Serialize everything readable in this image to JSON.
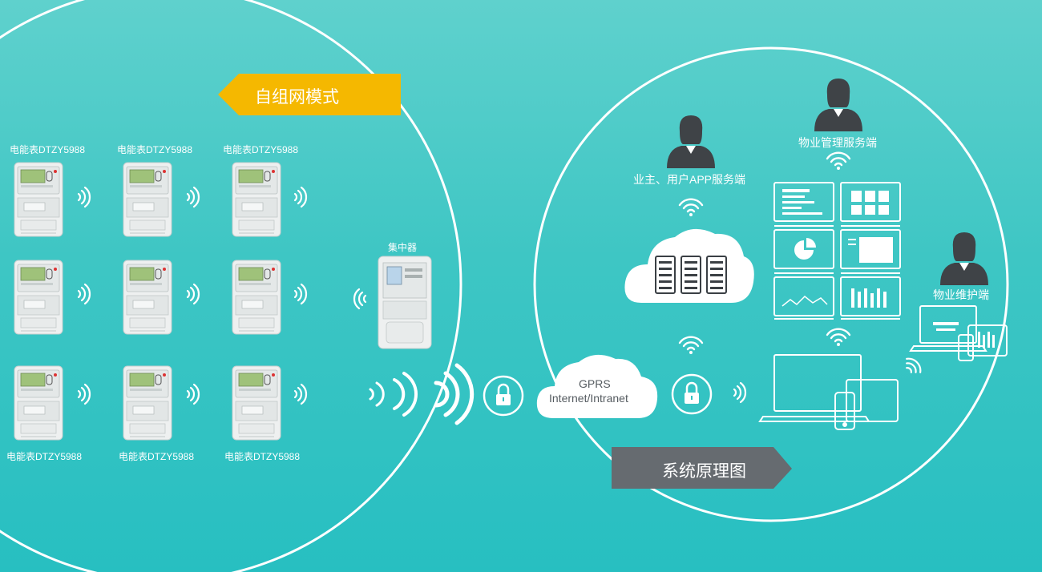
{
  "left_section": {
    "banner": "自组网模式",
    "meter_labels_top": [
      "电能表DTZY5988",
      "电能表DTZY5988",
      "电能表DTZY5988"
    ],
    "meter_labels_bottom": [
      "电能表DTZY5988",
      "电能表DTZY5988",
      "电能表DTZY5988"
    ],
    "concentrator_label": "集中器"
  },
  "network": {
    "line1": "GPRS",
    "line2": "Internet/Intranet"
  },
  "right_section": {
    "owner_label": "业主、用户APP服务端",
    "property_mgmt_label": "物业管理服务端",
    "maintenance_label": "物业维护端",
    "banner": "系统原理图"
  },
  "colors": {
    "banner_left": "#f5b800",
    "banner_right": "#666b70",
    "ring": "#ffffff",
    "background": "#2fc2c2"
  }
}
